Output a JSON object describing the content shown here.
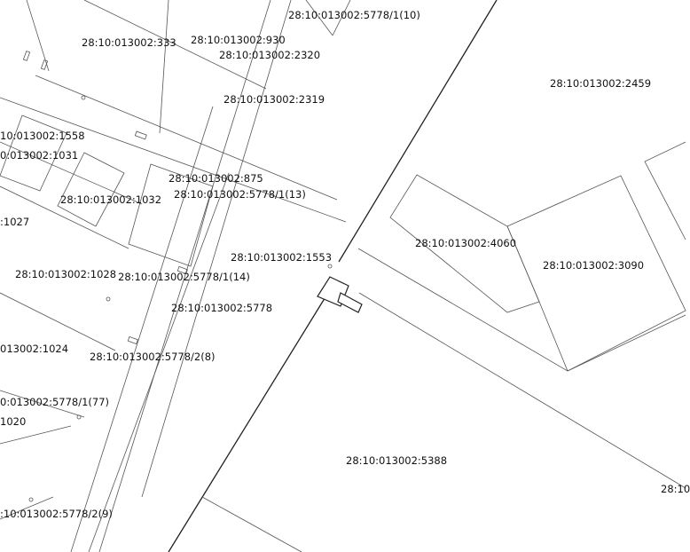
{
  "map": {
    "labels": [
      "28:10:013002:5778/1(10)",
      "28:10:013002:333",
      "28:10:013002:930",
      "28:10:013002:2320",
      "28:10:013002:2459",
      "28:10:013002:2319",
      "10:013002:1558",
      "0:013002:1031",
      "28:10:013002:875",
      "28:10:013002:5778/1(13)",
      "28:10:013002:1032",
      ":1027",
      "28:10:013002:4060",
      "28:10:013002:3090",
      "28:10:013002:1553",
      "28:10:013002:1028",
      "28:10:013002:5778/1(14)",
      "28:10:013002:5778",
      "013002:1024",
      "28:10:013002:5778/2(8)",
      "0:013002:5778/1(77)",
      "1020",
      "28:10:013002:5388",
      "28:10",
      ":10:013002:5778/2(9)"
    ]
  }
}
